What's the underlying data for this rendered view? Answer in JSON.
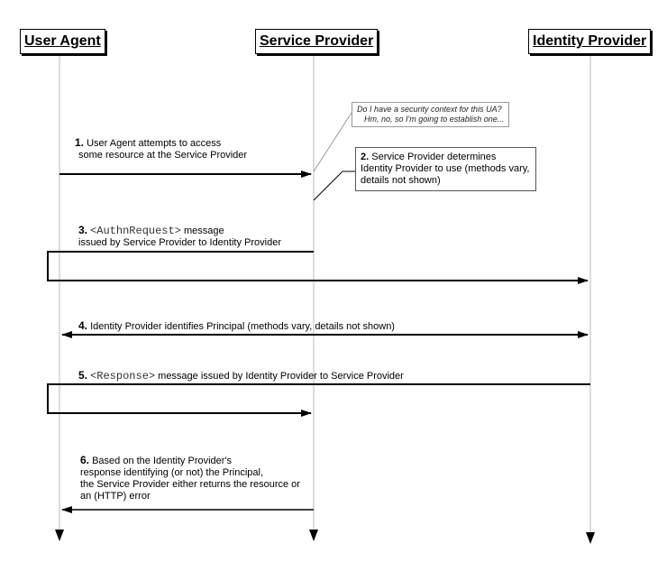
{
  "actors": {
    "user_agent": "User Agent",
    "service_provider": "Service Provider",
    "identity_provider": "Identity Provider"
  },
  "notes": {
    "sp_question_1": "Do I have a security context for this UA?",
    "sp_question_2": "Hm, no, so I'm going to establish one...",
    "sp_determines": {
      "num": "2.",
      "line1": "Service Provider determines",
      "line2": "Identity Provider to use (methods vary,",
      "line3": "details not shown)"
    }
  },
  "steps": {
    "s1": {
      "num": "1.",
      "line1": "User Agent attempts to access",
      "line2": "some resource at the Service Provider"
    },
    "s3": {
      "num": "3.",
      "code": "<AuthnRequest>",
      "line1_rest": " message",
      "line2": "issued by Service Provider to Identity Provider"
    },
    "s4": {
      "num": "4.",
      "text": "Identity Provider identifies Principal (methods vary, details not shown)"
    },
    "s5": {
      "num": "5.",
      "code": "<Response>",
      "text_rest": " message issued  by Identity Provider to Service Provider"
    },
    "s6": {
      "num": "6.",
      "line1": "Based on the Identity Provider's",
      "line2": "response identifying (or not) the Principal,",
      "line3": "the Service Provider either returns the resource or",
      "line4": "an (HTTP) error"
    }
  }
}
